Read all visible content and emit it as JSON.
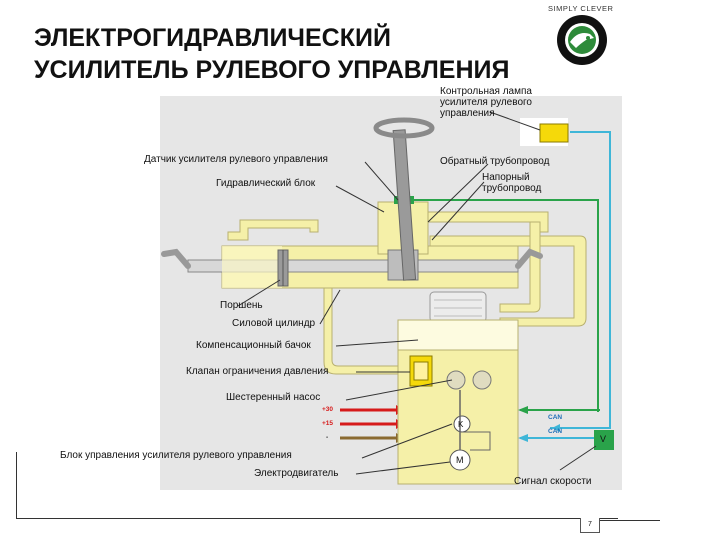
{
  "header": {
    "title_line1": "ЭЛЕКТРОГИДРАВЛИЧЕСКИЙ",
    "title_line2": "УСИЛИТЕЛЬ РУЛЕВОГО УПРАВЛЕНИЯ",
    "brand_tagline": "SIMPLY CLEVER"
  },
  "labels": {
    "control_lamp": [
      "Контрольная лампа",
      "усилителя рулевого",
      "управления"
    ],
    "steering_sensor": "Датчик усилителя рулевого управления",
    "hydraulic_block": "Гидравлический блок",
    "return_line": "Обратный трубопровод",
    "pressure_line": [
      "Напорный",
      "трубопровод"
    ],
    "piston": "Поршень",
    "power_cylinder": "Силовой цилиндр",
    "reservoir": "Компенсационный бачок",
    "relief_valve": "Клапан ограничения давления",
    "gear_pump": "Шестеренный насос",
    "control_unit": "Блок управления усилителя рулевого управления",
    "motor": "Электродвигатель",
    "speed_signal": "Сигнал скорости"
  },
  "wires": {
    "plus30": "+30",
    "plus15": "+15",
    "minus": "-",
    "can1": "CAN",
    "can2": "CAN",
    "speed_box": "V"
  },
  "icons": {
    "motor_symbol": "M",
    "sensor_symbol": "K"
  },
  "colors": {
    "hydraulic_yellow": "#f5f0a8",
    "return_blue": "#3fb6d8",
    "pressure_green": "#2aa34a",
    "power_red": "#d61a1a",
    "lamp_yellow": "#f5d90a"
  },
  "footer": {
    "page_number": "7"
  }
}
